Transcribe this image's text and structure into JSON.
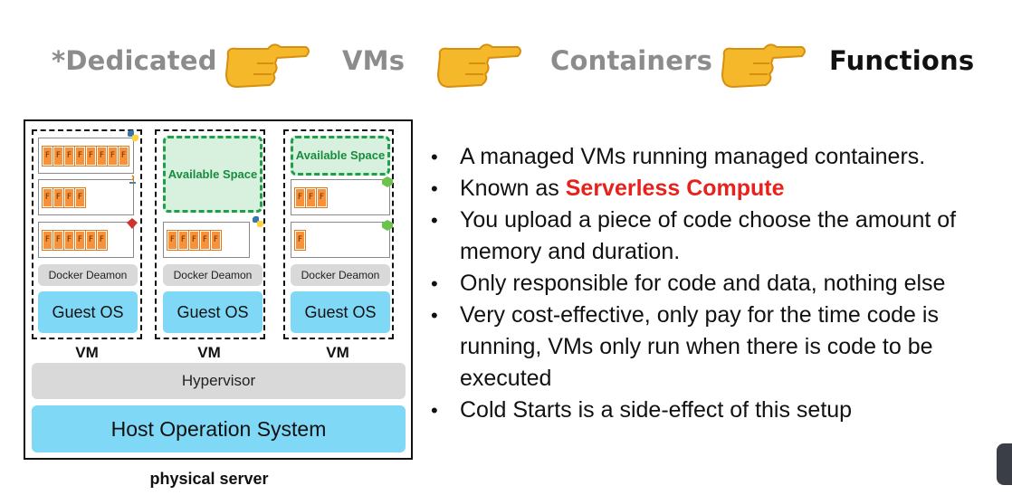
{
  "header": {
    "steps": [
      {
        "label": "*Dedicated",
        "active": false
      },
      {
        "label": "VMs",
        "active": false
      },
      {
        "label": "Containers",
        "active": false
      },
      {
        "label": "Functions",
        "active": true
      }
    ],
    "pointer_icon": "backhand-index-pointing-right-icon"
  },
  "diagram": {
    "vms": [
      {
        "label": "VM",
        "containers": [
          {
            "functions": [
              "F",
              "F",
              "F",
              "F",
              "F",
              "F",
              "F",
              "F"
            ],
            "runtime_icon": "python-icon"
          },
          {
            "functions": [
              "F",
              "F",
              "F",
              "F"
            ],
            "runtime_icon": "java-icon"
          },
          {
            "functions": [
              "F",
              "F",
              "F",
              "F",
              "F",
              "F"
            ],
            "runtime_icon": "ruby-icon"
          }
        ],
        "docker": "Docker Deamon",
        "guest_os": "Guest OS"
      },
      {
        "label": "VM",
        "available_space": "Available Space",
        "containers": [
          {
            "functions": [
              "F",
              "F",
              "F",
              "F",
              "F"
            ],
            "runtime_icon": "python-icon"
          }
        ],
        "docker": "Docker Deamon",
        "guest_os": "Guest OS"
      },
      {
        "label": "VM",
        "available_space": "Available Space",
        "containers": [
          {
            "functions": [
              "F",
              "F",
              "F"
            ],
            "runtime_icon": "nodejs-icon"
          },
          {
            "functions": [
              "F"
            ],
            "runtime_icon": "nodejs-icon"
          }
        ],
        "docker": "Docker Deamon",
        "guest_os": "Guest OS"
      }
    ],
    "hypervisor": "Hypervisor",
    "host_os": "Host Operation System",
    "caption": "physical server"
  },
  "bullets": [
    {
      "text": "A managed VMs running managed containers."
    },
    {
      "prefix": "Known as ",
      "highlight": "Serverless Compute"
    },
    {
      "text": "You upload a piece of code choose the amount of memory and duration."
    },
    {
      "text": "Only responsible for code and data, nothing else"
    },
    {
      "text": "Very cost-effective, only pay for the time code is running, VMs only run when there is code to be executed"
    },
    {
      "text": "Cold Starts is a side-effect of this setup"
    }
  ],
  "colors": {
    "highlight": "#e8211d",
    "available_green": "#1ea04a",
    "os_blue": "#7fd8f6",
    "function_orange": "#f7923a"
  }
}
